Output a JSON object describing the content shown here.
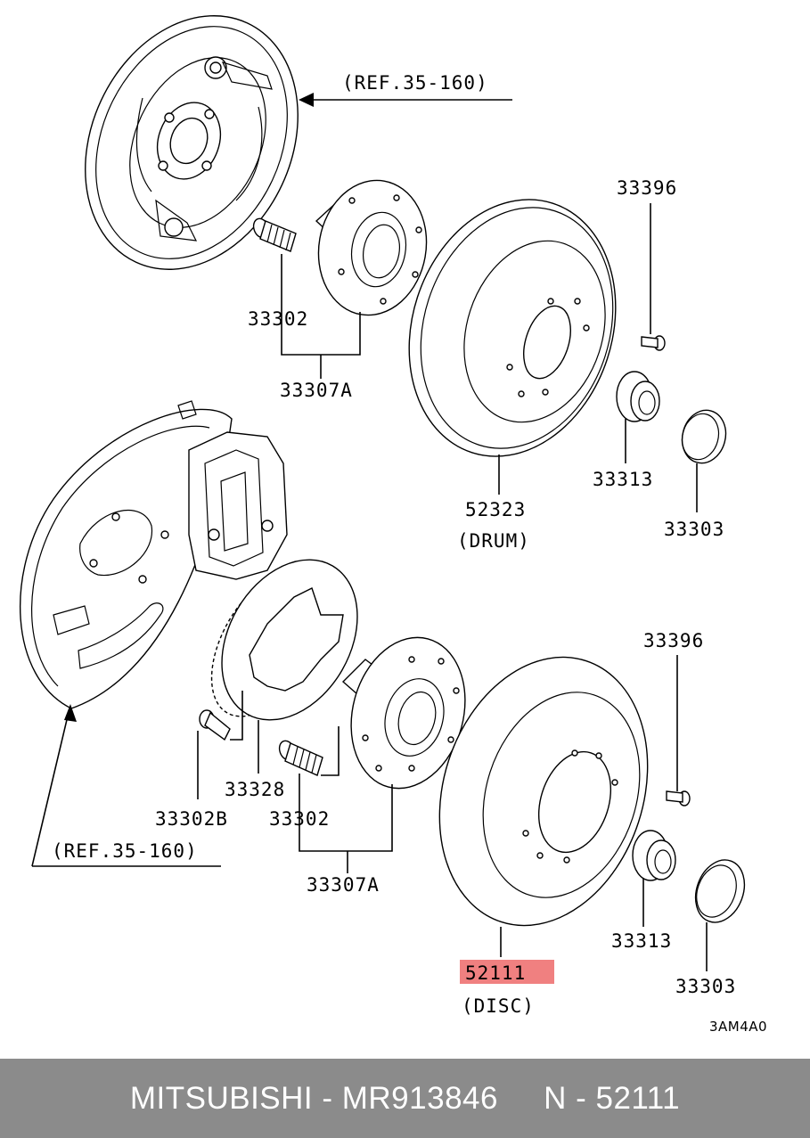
{
  "labels": {
    "ref_top": "(REF.35-160)",
    "ref_bottom": "(REF.35-160)",
    "p33396_a": "33396",
    "p33302_a": "33302",
    "p33307a_a": "33307A",
    "p52323": "52323",
    "drum": "(DRUM)",
    "p33313_a": "33313",
    "p33303_a": "33303",
    "p33396_b": "33396",
    "p33328": "33328",
    "p33302b": "33302B",
    "p33302_b": "33302",
    "p33307a_b": "33307A",
    "p33313_b": "33313",
    "p52111": "52111",
    "disc": "(DISC)",
    "p33303_b": "33303",
    "code": "3AM4A0"
  },
  "highlight_color": "#f08080",
  "footer": {
    "text": "MITSUBISHI - MR913846     N - 52111",
    "background": "#8b8b8b",
    "color": "#ffffff"
  }
}
